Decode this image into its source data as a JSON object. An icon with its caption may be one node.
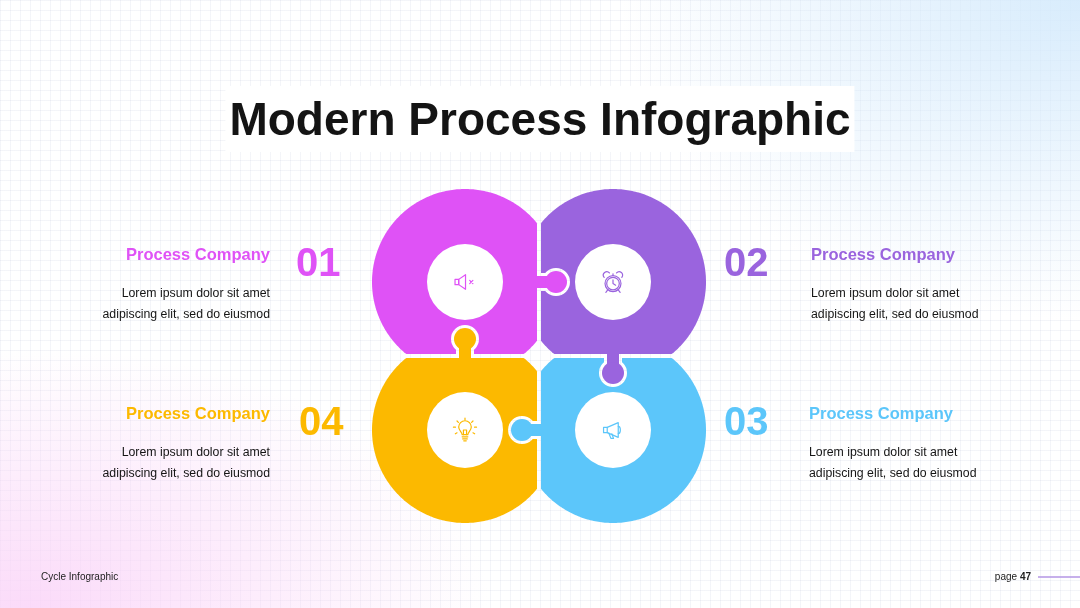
{
  "diagram": {
    "title": "Modern Process Infographic",
    "nodes": [
      {
        "text": [],
        "shape": "puzzle",
        "beside": [
          "01",
          "Process Company",
          "Lorem ipsum dolor sit amet adipiscing elit, sed do eiusmod"
        ]
      },
      {
        "text": [],
        "shape": "puzzle",
        "beside": [
          "02",
          "Process Company",
          "Lorem ipsum dolor sit amet adipiscing elit, sed do eiusmod"
        ]
      },
      {
        "text": [],
        "shape": "puzzle",
        "beside": [
          "04",
          "Process Company",
          "Lorem ipsum dolor sit amet adipiscing elit, sed do eiusmod"
        ]
      },
      {
        "text": [],
        "shape": "puzzle",
        "beside": [
          "03",
          "Process Company",
          "Lorem ipsum dolor sit amet adipiscing elit, sed do eiusmod"
        ]
      }
    ],
    "labels": [
      "Cycle Infographic",
      "page **47**"
    ]
  }
}
